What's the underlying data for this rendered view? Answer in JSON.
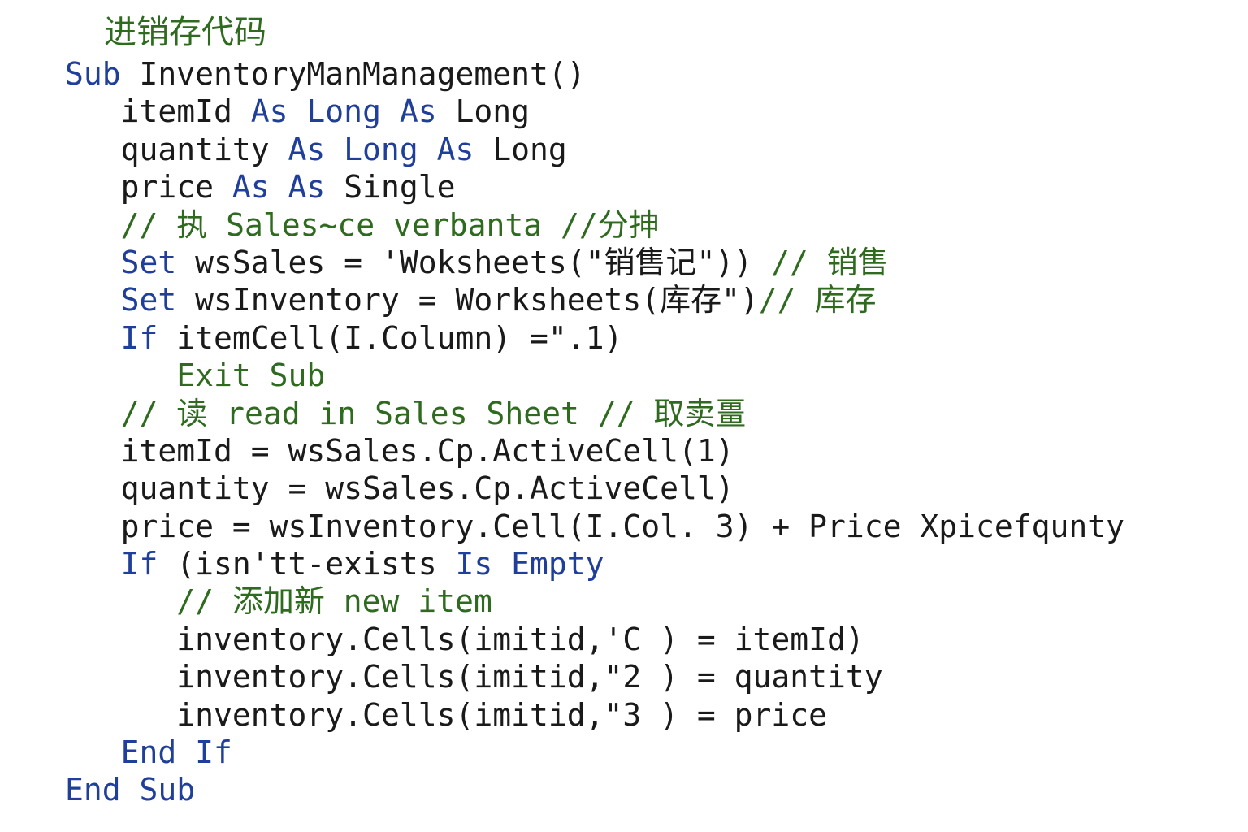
{
  "colors": {
    "keyword": "#1f3f9a",
    "comment": "#2e6b1e",
    "text": "#1a1a1a",
    "background": "#ffffff"
  },
  "title": "进销存代码",
  "code_lines": [
    [
      {
        "t": "Sub ",
        "c": "keyword"
      },
      {
        "t": "InventoryManManagement()",
        "c": "text"
      }
    ],
    [
      {
        "t": "   ",
        "c": "text"
      },
      {
        "t": "itemId ",
        "c": "text"
      },
      {
        "t": "As Long As ",
        "c": "keyword"
      },
      {
        "t": "Long",
        "c": "text"
      }
    ],
    [
      {
        "t": "   ",
        "c": "text"
      },
      {
        "t": "quantity ",
        "c": "text"
      },
      {
        "t": "As Long As ",
        "c": "keyword"
      },
      {
        "t": "Long",
        "c": "text"
      }
    ],
    [
      {
        "t": "   ",
        "c": "text"
      },
      {
        "t": "price ",
        "c": "text"
      },
      {
        "t": "As As ",
        "c": "keyword"
      },
      {
        "t": "Single",
        "c": "text"
      }
    ],
    [
      {
        "t": "   ",
        "c": "text"
      },
      {
        "t": "// 执 Sales~ce verbanta //分抻",
        "c": "comment"
      }
    ],
    [
      {
        "t": "   ",
        "c": "text"
      },
      {
        "t": "Set ",
        "c": "keyword"
      },
      {
        "t": "wsSales = 'Woksheets(\"销售记\")) ",
        "c": "text"
      },
      {
        "t": "// 销售",
        "c": "comment"
      }
    ],
    [
      {
        "t": "   ",
        "c": "text"
      },
      {
        "t": "Set ",
        "c": "keyword"
      },
      {
        "t": "wsInventory = Worksheets(库存\")",
        "c": "text"
      },
      {
        "t": "// 库存",
        "c": "comment"
      }
    ],
    [
      {
        "t": "   ",
        "c": "text"
      },
      {
        "t": "If ",
        "c": "keyword"
      },
      {
        "t": "itemCell(I.Column) =\".1)",
        "c": "text"
      }
    ],
    [
      {
        "t": "      ",
        "c": "text"
      },
      {
        "t": "Exit Sub",
        "c": "comment"
      }
    ],
    [
      {
        "t": "   ",
        "c": "text"
      },
      {
        "t": "// 读 read in Sales Sheet // 取卖畺",
        "c": "comment"
      }
    ],
    [
      {
        "t": "   ",
        "c": "text"
      },
      {
        "t": "itemId = wsSales.Cp.ActiveCell(1)",
        "c": "text"
      }
    ],
    [
      {
        "t": "   ",
        "c": "text"
      },
      {
        "t": "quantity = wsSales.Cp.ActiveCell)",
        "c": "text"
      }
    ],
    [
      {
        "t": "   ",
        "c": "text"
      },
      {
        "t": "price = wsInventory.Cell(I.Col. 3) + Price Xpicefqunty",
        "c": "text"
      }
    ],
    [
      {
        "t": "   ",
        "c": "text"
      },
      {
        "t": "If ",
        "c": "keyword"
      },
      {
        "t": "(isn'tt-exists ",
        "c": "text"
      },
      {
        "t": "Is Empty",
        "c": "keyword"
      }
    ],
    [
      {
        "t": "      ",
        "c": "text"
      },
      {
        "t": "// 添加新 new item",
        "c": "comment"
      }
    ],
    [
      {
        "t": "      ",
        "c": "text"
      },
      {
        "t": "inventory.Cells(imitid,'C ) = itemId)",
        "c": "text"
      }
    ],
    [
      {
        "t": "      ",
        "c": "text"
      },
      {
        "t": "inventory.Cells(imitid,\"2 ) = quantity",
        "c": "text"
      }
    ],
    [
      {
        "t": "      ",
        "c": "text"
      },
      {
        "t": "inventory.Cells(imitid,\"3 ) = price",
        "c": "text"
      }
    ],
    [
      {
        "t": "   ",
        "c": "text"
      },
      {
        "t": "End If",
        "c": "keyword"
      }
    ],
    [
      {
        "t": "End Sub",
        "c": "keyword"
      }
    ]
  ]
}
